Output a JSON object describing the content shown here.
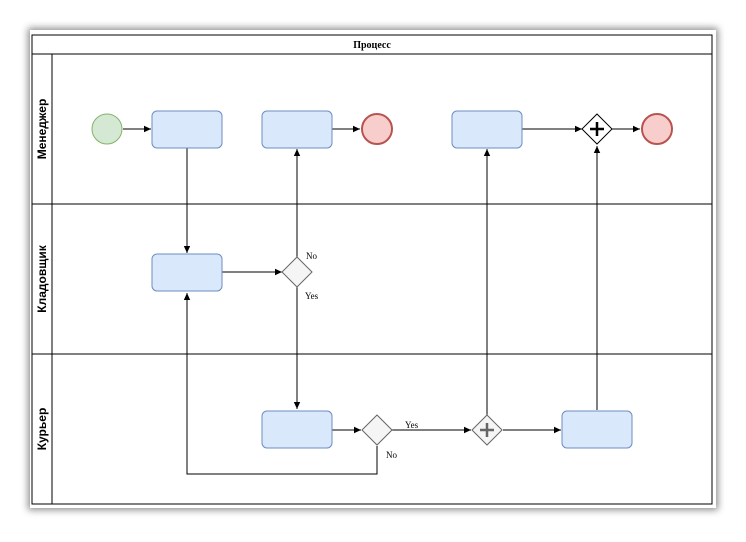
{
  "pool": {
    "title": "Процесс"
  },
  "lanes": [
    {
      "label": "Менеджер"
    },
    {
      "label": "Кладовщик"
    },
    {
      "label": "Курьер"
    }
  ],
  "edge_labels": {
    "warehouse_no": "No",
    "warehouse_yes": "Yes",
    "courier_yes": "Yes",
    "courier_no": "No"
  },
  "colors": {
    "task_fill": "#dae8fc",
    "task_stroke": "#6c8ebf",
    "start_fill": "#d5e8d4",
    "end_fill": "#f8cecc",
    "gateway_fill": "#f5f5f5"
  }
}
